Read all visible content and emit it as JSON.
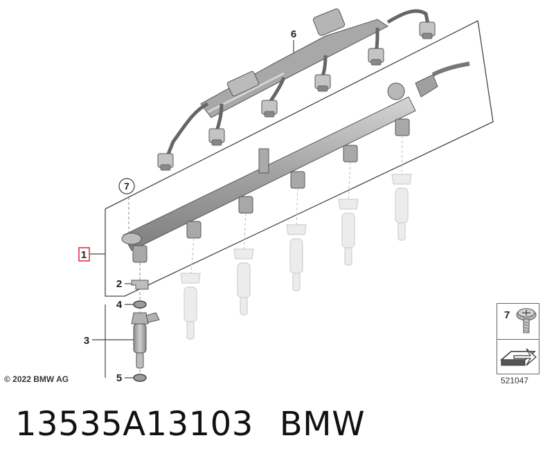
{
  "callouts": {
    "c1": "1",
    "c2": "2",
    "c3": "3",
    "c4": "4",
    "c5": "5",
    "c6": "6",
    "c7": "7"
  },
  "ref_panel": {
    "number": "7",
    "code": "521047"
  },
  "copyright": "© 2022 BMW AG",
  "caption": {
    "part_number": "13535A13103",
    "brand": "BMW"
  },
  "colors": {
    "callout_box": "#e0304a",
    "part": "#9a9a9a",
    "ghost": "#d8d8d8"
  }
}
